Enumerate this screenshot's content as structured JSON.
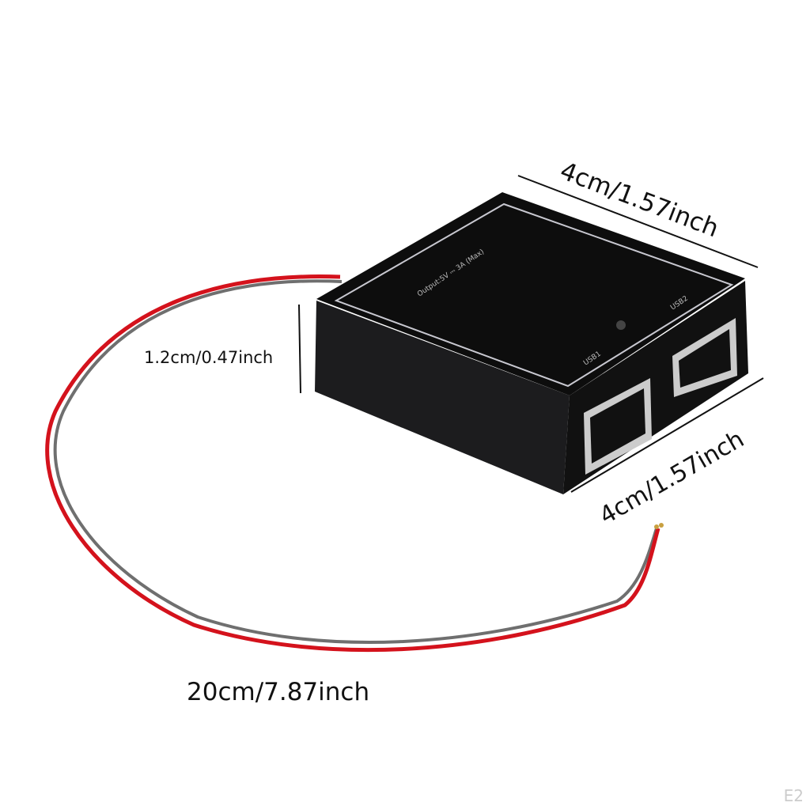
{
  "product": {
    "top_label": "Output:5V ⎓ 3A (Max)",
    "port_labels": [
      "USB1",
      "USB2"
    ]
  },
  "dimensions": {
    "width_top": "4cm/1.57inch",
    "width_side": "4cm/1.57inch",
    "height": "1.2cm/0.47inch",
    "cable_length": "20cm/7.87inch"
  },
  "watermark": "E2",
  "colors": {
    "body": "#151515",
    "wire_red": "#d4121c",
    "wire_gray": "#707070"
  }
}
